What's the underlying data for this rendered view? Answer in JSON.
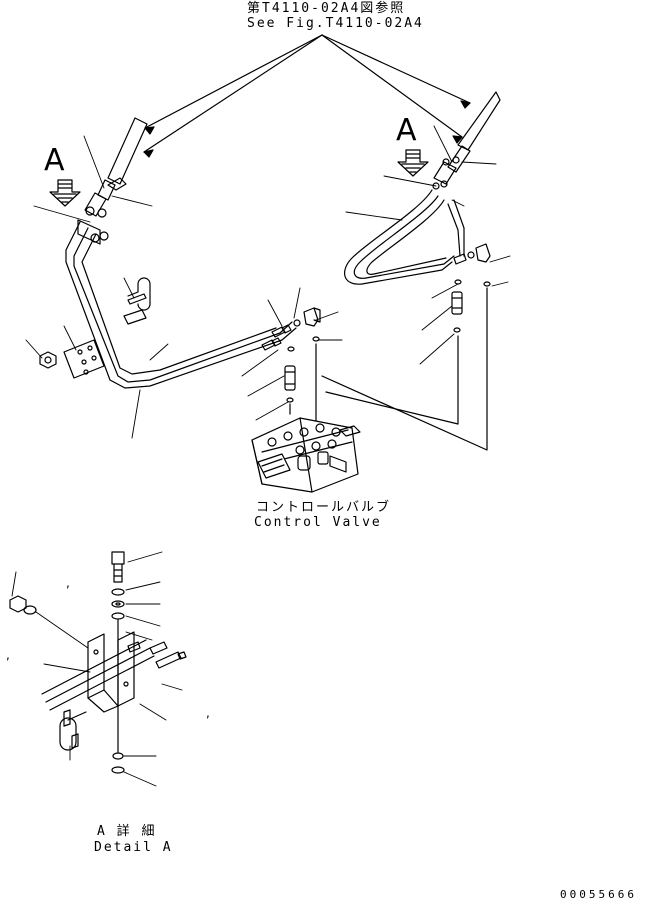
{
  "reference": {
    "jp": "第T4110-02A4図参照",
    "en": "See Fig.T4110-02A4"
  },
  "view_marker_left": "A",
  "view_marker_right": "A",
  "control_valve": {
    "jp": "コントロールバルブ",
    "en": "Control Valve"
  },
  "detail": {
    "jp": "A 詳 細",
    "en": "Detail A"
  },
  "drawing_number": "00055666",
  "stray_marks": [
    ",",
    ",",
    ","
  ]
}
